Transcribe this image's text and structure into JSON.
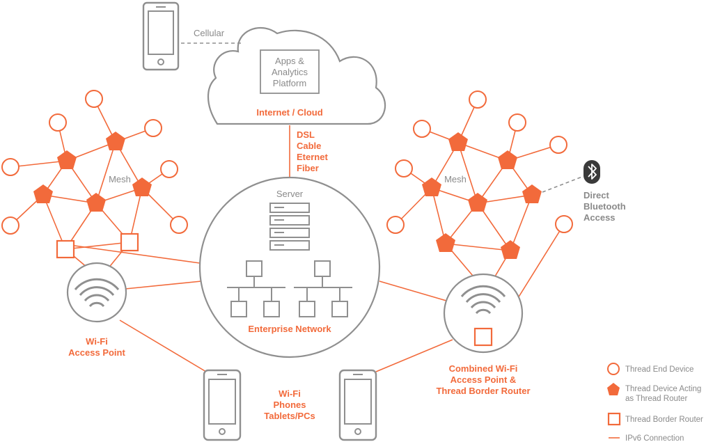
{
  "colors": {
    "accent": "#f26a3b",
    "gray": "#8f8f8f",
    "dark": "#3a3a3a"
  },
  "cloud": {
    "platform_lines": [
      "Apps &",
      "Analytics",
      "Platform"
    ],
    "label": "Internet / Cloud"
  },
  "cellular_label": "Cellular",
  "uplink_lines": [
    "DSL",
    "Cable",
    "Eternet",
    "Fiber"
  ],
  "server": {
    "label": "Server",
    "network_label": "Enterprise Network"
  },
  "left_mesh": {
    "label": "Mesh"
  },
  "right_mesh": {
    "label": "Mesh"
  },
  "wifi_ap": {
    "lines": [
      "Wi-Fi",
      "Access Point"
    ]
  },
  "combined": {
    "lines": [
      "Combined Wi-Fi",
      "Access Point &",
      "Thread Border Router"
    ]
  },
  "devices": {
    "lines": [
      "Wi-Fi",
      "Phones",
      "Tablets/PCs"
    ]
  },
  "bluetooth": {
    "lines": [
      "Direct",
      "Bluetooth",
      "Access"
    ],
    "icon": "bluetooth-icon"
  },
  "legend": {
    "end_device": "Thread End Device",
    "router_lines": [
      "Thread Device Acting",
      "as Thread Router"
    ],
    "border_router": "Thread Border Router",
    "ipv6": "IPv6 Connection"
  }
}
